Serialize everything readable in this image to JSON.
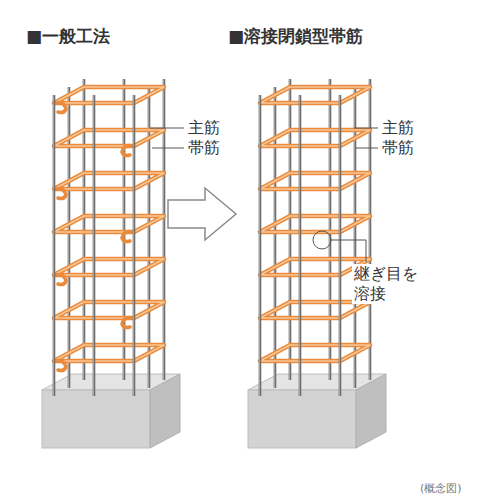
{
  "diagram": {
    "labels": [
      "■一般工法",
      "■溶接閉鎖型帯筋",
      "主筋",
      "帯筋",
      "主筋",
      "帯筋",
      "継ぎ目を 溶接",
      "(概念図)"
    ]
  }
}
